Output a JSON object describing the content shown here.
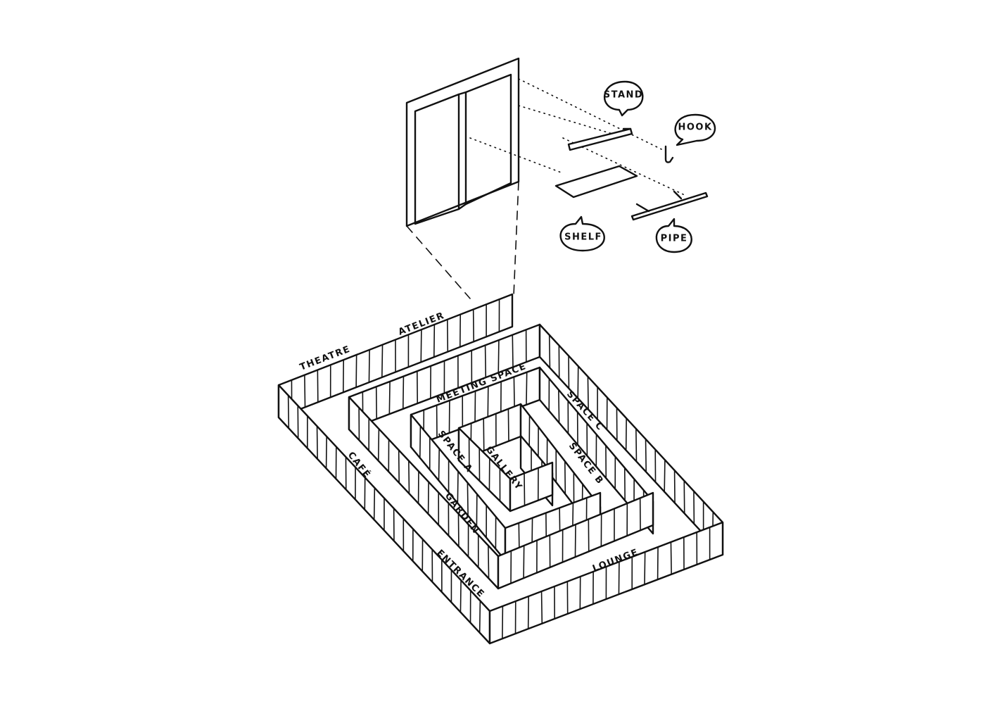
{
  "labels": {
    "atelier": "ATELIER",
    "theatre": "THEATRE",
    "meeting_space": "MEETING SPACE",
    "space_c": "SPACE C",
    "space_a": "SPACE A",
    "gallery": "GALLERY",
    "space_b": "SPACE B",
    "cafe": "CAFÉ",
    "garden": "GARDEN",
    "entrance": "ENTRANCE",
    "lounge": "LOUNGE"
  },
  "parts": {
    "stand": "STAND",
    "hook": "HOOK",
    "shelf": "SHELF",
    "pipe": "PIPE"
  }
}
